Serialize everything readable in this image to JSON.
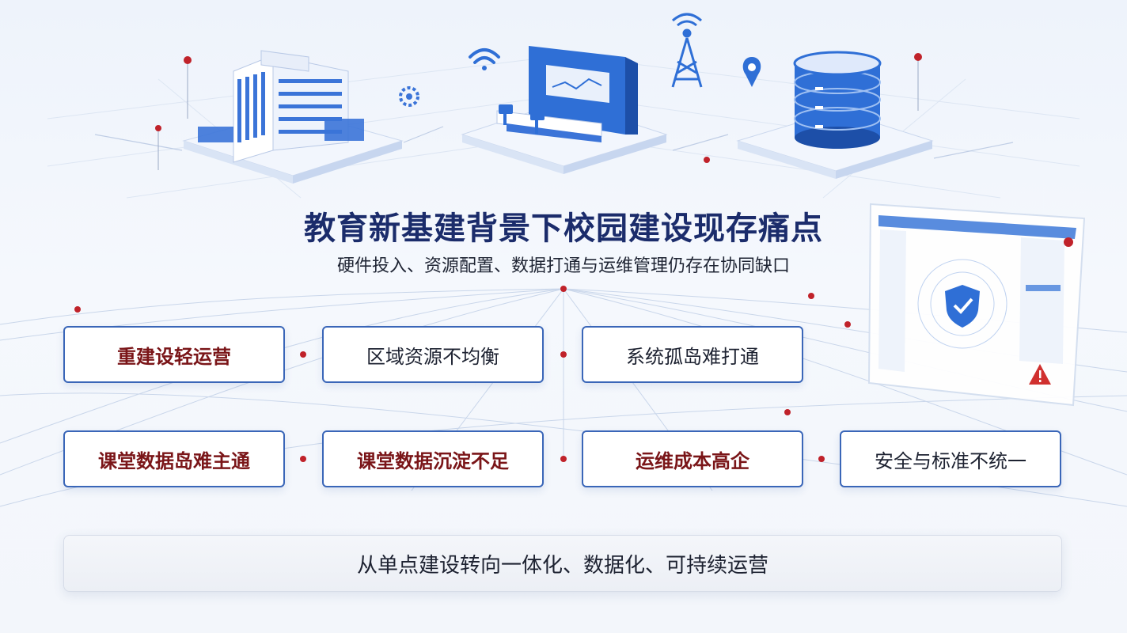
{
  "title": "教育新基建背景下校园建设现存痛点",
  "subtitle": "硬件投入、资源配置、数据打通与运维管理仍存在协同缺口",
  "pain_points": [
    {
      "label": "重建设轻运营",
      "style": "red"
    },
    {
      "label": "区域资源不均衡",
      "style": "dark"
    },
    {
      "label": "系统孤岛难打通",
      "style": "dark"
    },
    {
      "label": "课堂数据岛难主通",
      "style": "red"
    },
    {
      "label": "课堂数据沉淀不足",
      "style": "red"
    },
    {
      "label": "运维成本高企",
      "style": "red"
    },
    {
      "label": "安全与标准不统一",
      "style": "dark"
    }
  ],
  "conclusion": "从单点建设转向一体化、数据化、可持续运营",
  "icons": [
    "school-building-icon",
    "control-room-icon",
    "wifi-icon",
    "gear-icon",
    "signal-tower-icon",
    "location-pin-icon",
    "database-server-icon",
    "security-dashboard-icon",
    "shield-check-icon",
    "warning-icon"
  ],
  "colors": {
    "title": "#1b2c6b",
    "accent_blue": "#2f6fd6",
    "card_border": "#3a66b8",
    "alert_red": "#c0222a",
    "pain_text": "#7a1518"
  }
}
